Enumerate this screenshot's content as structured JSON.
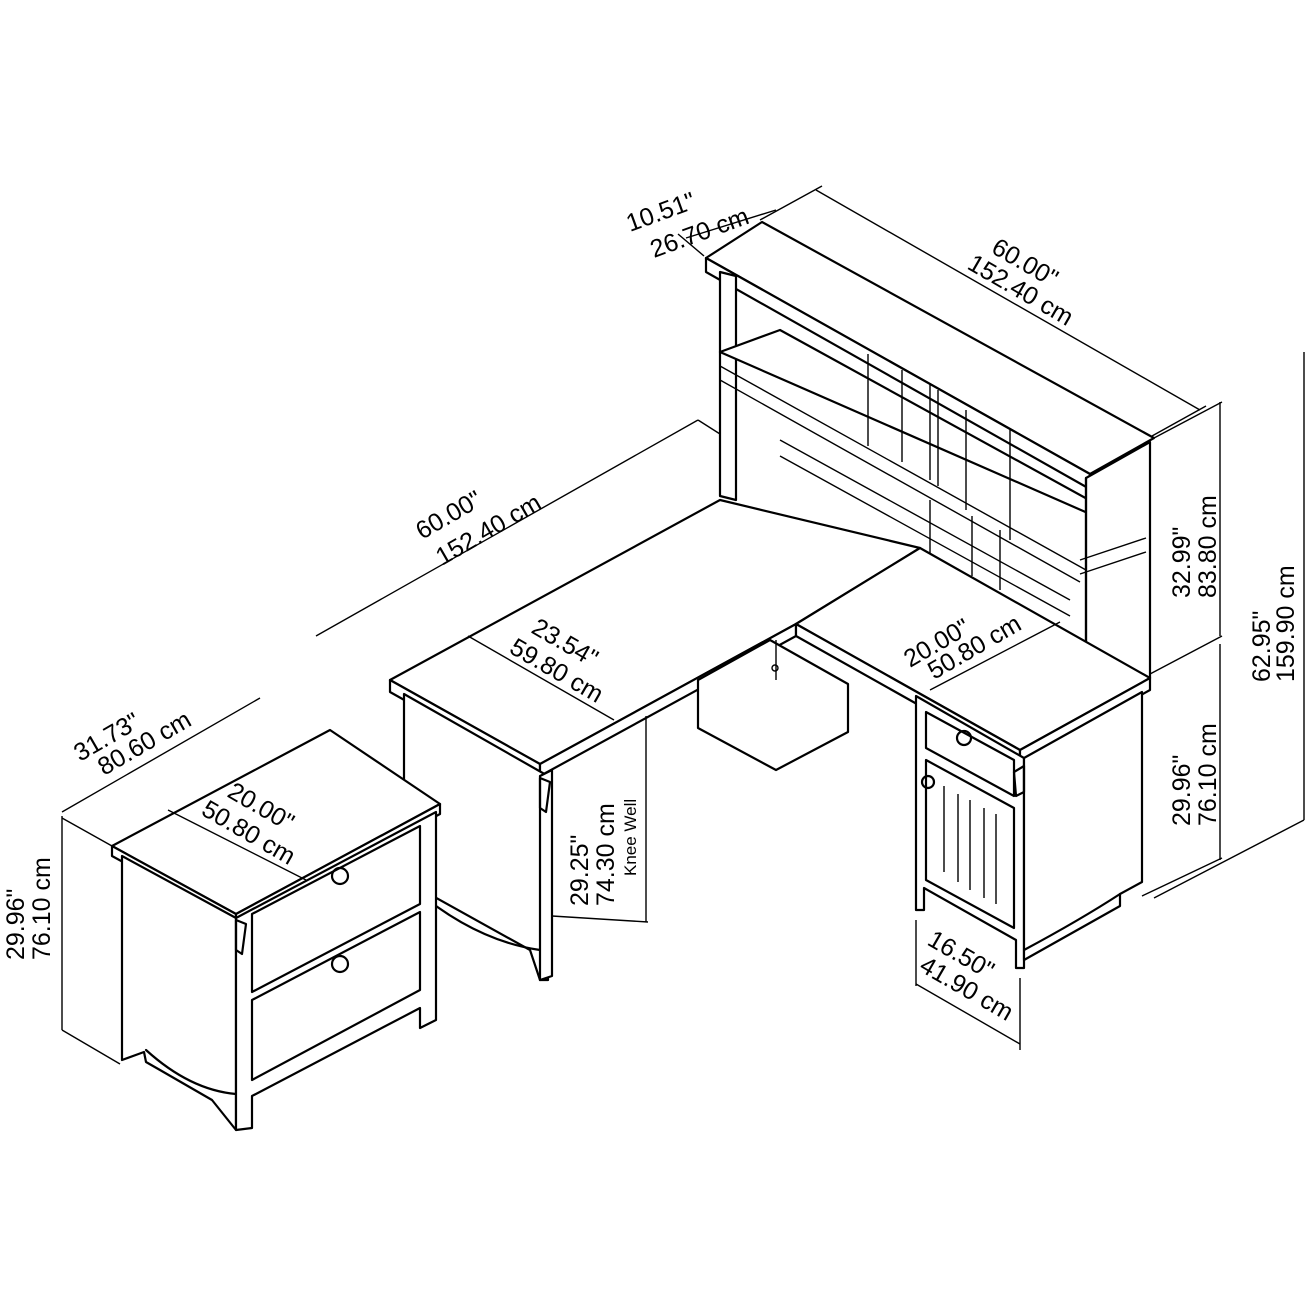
{
  "dimensions": {
    "hutch_depth": {
      "in": "10.51\"",
      "cm": "26.70 cm"
    },
    "hutch_width": {
      "in": "60.00\"",
      "cm": "152.40 cm"
    },
    "desk_width": {
      "in": "60.00\"",
      "cm": "152.40 cm"
    },
    "desk_depth": {
      "in": "23.54\"",
      "cm": "59.80 cm"
    },
    "return_depth": {
      "in": "20.00\"",
      "cm": "50.80 cm"
    },
    "hutch_height": {
      "in": "32.99\"",
      "cm": "83.80 cm"
    },
    "total_height": {
      "in": "62.95\"",
      "cm": "159.90 cm"
    },
    "desk_height": {
      "in": "29.96\"",
      "cm": "76.10 cm"
    },
    "knee_well": {
      "in": "29.25\"",
      "cm": "74.30 cm",
      "label": "Knee Well"
    },
    "pedestal_width": {
      "in": "16.50\"",
      "cm": "41.90 cm"
    },
    "file_width": {
      "in": "31.73\"",
      "cm": "80.60 cm"
    },
    "file_depth": {
      "in": "20.00\"",
      "cm": "50.80 cm"
    },
    "file_height": {
      "in": "29.96\"",
      "cm": "76.10 cm"
    }
  }
}
